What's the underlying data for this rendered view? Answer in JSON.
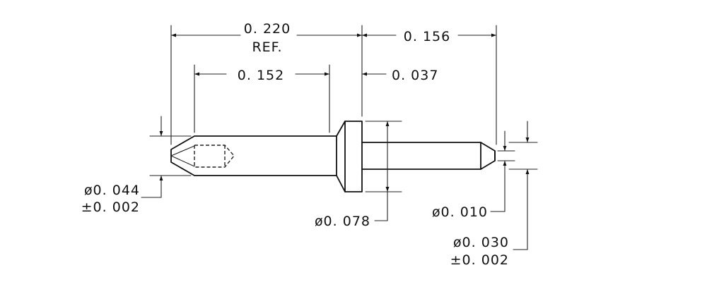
{
  "dimensions": {
    "overall_ref": "0. 220",
    "overall_ref_note": "REF.",
    "body_length": "0. 152",
    "tail_length": "0. 156",
    "collar_width": "0. 037",
    "body_dia": "ø0. 044",
    "body_dia_tol": "±0. 002",
    "collar_dia": "ø0. 078",
    "tip_flat_dia": "ø0. 010",
    "tail_dia": "ø0. 030",
    "tail_dia_tol": "±0. 002"
  }
}
